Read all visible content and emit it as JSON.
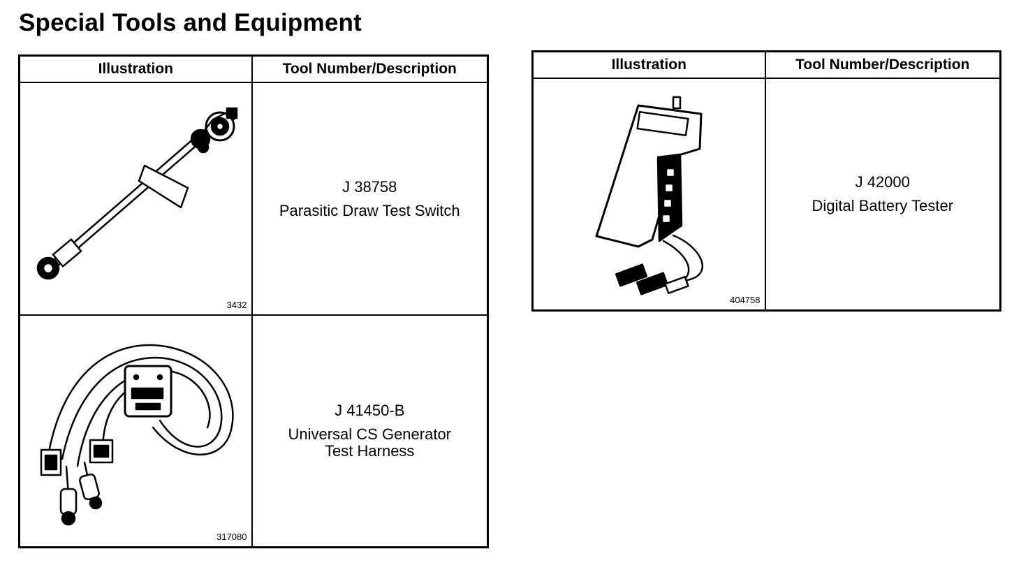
{
  "page": {
    "title": "Special Tools and Equipment"
  },
  "tables": [
    {
      "headers": {
        "illustration": "Illustration",
        "description": "Tool Number/Description"
      },
      "rows": [
        {
          "figure_number": "3432",
          "tool_number": "J 38758",
          "description": "Parasitic Draw Test Switch",
          "icon": "test-switch-cable-icon"
        },
        {
          "figure_number": "317080",
          "tool_number": "J 41450-B",
          "description": "Universal CS Generator Test Harness",
          "icon": "test-harness-icon"
        }
      ]
    },
    {
      "headers": {
        "illustration": "Illustration",
        "description": "Tool Number/Description"
      },
      "rows": [
        {
          "figure_number": "404758",
          "tool_number": "J 42000",
          "description": "Digital Battery Tester",
          "icon": "battery-tester-icon"
        }
      ]
    }
  ]
}
